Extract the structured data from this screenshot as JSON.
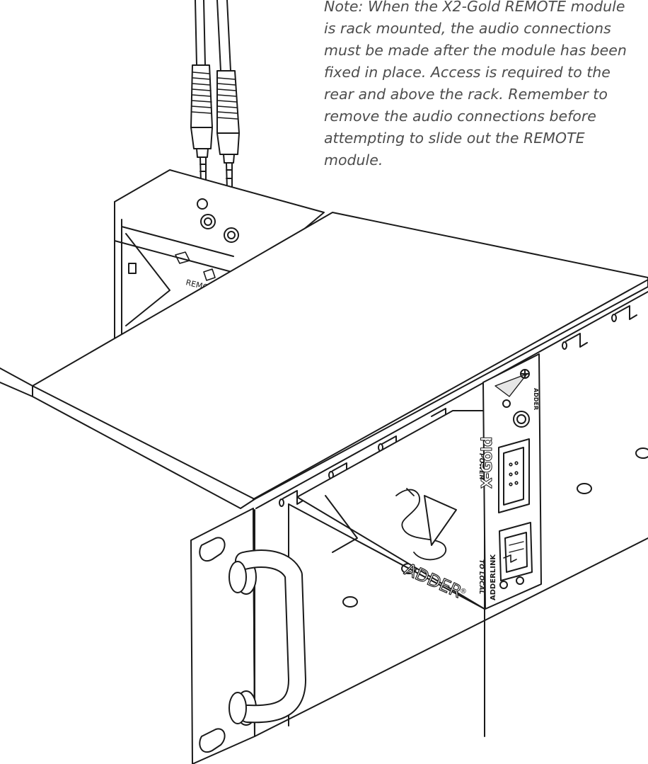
{
  "note": {
    "text": "Note: When the X2-Gold REMOTE module\nis rack mounted, the audio connections\nmust be made after the module has been\nfixed in place. Access is required to the\nrear and above the rack. Remember to\nremove the audio connections before\nattempting to slide out the REMOTE\nmodule."
  },
  "labels": {
    "brand": "ADDER",
    "registered": "®",
    "adderlink": "ADDERLINK",
    "power": "POWER",
    "local": "TO LOCAL",
    "remote": "REMO",
    "brand_vertical": "ADDER",
    "gold": "X-Gold"
  },
  "colors": {
    "line": "#1a1a1a",
    "text_note": "#4d4d4d",
    "fill": "#ffffff",
    "shade": "#e6e6e6"
  },
  "icons": [
    "audio-plug-icon",
    "arrow-down-icon",
    "speaker-icon",
    "microphone-icon",
    "adder-snake-logo"
  ]
}
